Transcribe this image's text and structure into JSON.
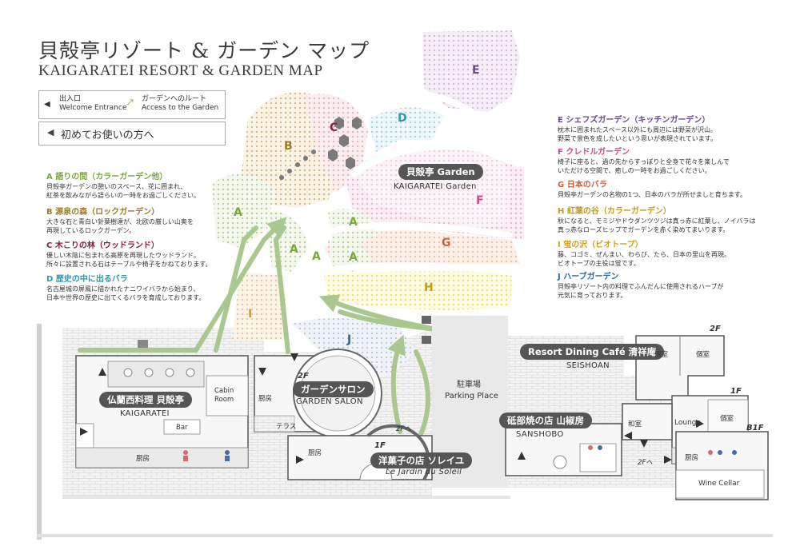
{
  "title": {
    "jp": "貝殻亭リゾート & ガーデン マップ",
    "en": "KAIGARATEI RESORT & GARDEN MAP"
  },
  "legend": {
    "entrance_jp": "出入口",
    "entrance_en": "Welcome Entrance",
    "route_jp": "ガーデンへのルート",
    "route_en": "Access to the Garden"
  },
  "help_button": "初めてお使いの方へ",
  "areas": [
    {
      "letter": "A",
      "title": "語りの間（カラーガーデン他）",
      "color": "#7aa83c",
      "desc": [
        "貝殻亭ガーデンの憩いのスペース、花に囲まれ、",
        "紅茶を飲みながら語らいの一時をお過ごしください。"
      ]
    },
    {
      "letter": "B",
      "title": "源泉の森（ロックガーデン）",
      "color": "#9a7a2a",
      "desc": [
        "大きな石と青白い針葉樹達が、北欧の厳しい山奥を",
        "再現しているロックガーデン。"
      ]
    },
    {
      "letter": "C",
      "title": "木こりの林（ウッドランド）",
      "color": "#8a1e3a",
      "desc": [
        "優しい木陰に包まれる高原を再現したウッドランド。",
        "所々に設置される石はテーブルや椅子をかねております。"
      ]
    },
    {
      "letter": "D",
      "title": "歴史の中に出るバラ",
      "color": "#2a9ab0",
      "desc": [
        "名古屋城の屏風に描かれたナニワイバラから始まり、",
        "日本や世界の歴史に出てくるバラを育成しております。"
      ]
    },
    {
      "letter": "E",
      "title": "シェフズガーデン（キッチンガーデン）",
      "color": "#6a4a8a",
      "desc": [
        "枕木に囲まれたスペース以外にも周辺には野菜が沢山。",
        "野菜で景色を成したいという思いが表現されています。"
      ]
    },
    {
      "letter": "F",
      "title": "クレドルガーデン",
      "color": "#c2508a",
      "desc": [
        "椅子に座ると、過の先からすっぽりと全身で花々を楽しんで",
        "いただける空間で、癒しの一時をお過ごしください。"
      ]
    },
    {
      "letter": "G",
      "title": "日本のバラ",
      "color": "#d0603a",
      "desc": [
        "貝殻亭ガーデンの名物の1つ、日本のバラが所せましと育ちます。"
      ]
    },
    {
      "letter": "H",
      "title": "紅葉の谷（カラーガーデン）",
      "color": "#c89a1a",
      "desc": [
        "秋になると、モミジやドウダンツツジは真っ赤に紅葉し、ノイバラは",
        "真っ赤なローズヒップでガーデンを赤く染めてまいります。"
      ]
    },
    {
      "letter": "I",
      "title": "蛍の沢（ビオトープ）",
      "color": "#d0a020",
      "desc": [
        "藤、コゴミ、ぜんまい、わらび、たら、日本の里山を再現。",
        "ビオトープの主役は蛍です。"
      ]
    },
    {
      "letter": "J",
      "title": "ハーブガーデン",
      "color": "#2a6aa0",
      "desc": [
        "貝殻亭リゾート内の料理でふんだんに使用されるハーブが",
        "元気に育っております。"
      ]
    }
  ],
  "buildings": {
    "kaigaratei": {
      "jp": "仏蘭西料理 貝殻亭",
      "en": "KAIGARATEI",
      "cabin": "Cabin Room",
      "bar": "Bar",
      "kitchen": "厨房"
    },
    "salon": {
      "jp": "ガーデンサロン",
      "en": "GARDEN SALON",
      "floor": "2F",
      "kitchen": "厨房",
      "terrace": "テラス"
    },
    "soleil": {
      "jp": "洋菓子の店 ソレイユ",
      "en": "Le Jardin du Soleil",
      "floor": "1F",
      "kitchen": "厨房",
      "to2f": "2Fへ"
    },
    "parking": {
      "jp": "駐車場",
      "en": "Parking Place"
    },
    "garden": {
      "jp": "貝殻亭 Garden",
      "en": "KAIGARATEI Garden"
    },
    "seishoan": {
      "jp": "Resort Dining Café 清祥庵",
      "en": "SEISHOAN",
      "floor2": "2F",
      "floor1": "1F",
      "floorb1": "B1F",
      "private1": "個室",
      "private2": "個室",
      "private3": "個室",
      "lounge": "Lounge",
      "washitsu": "和室",
      "kitchen": "厨房",
      "to2f": "2Fへ",
      "cellar": "Wine Cellar"
    },
    "sanshobo": {
      "jp": "砥部焼の店 山椒房",
      "en": "SANSHOBO"
    }
  },
  "zone_labels": [
    "A",
    "A",
    "A",
    "A",
    "A",
    "B",
    "C",
    "D",
    "E",
    "F",
    "G",
    "H",
    "I",
    "J"
  ],
  "colors": {
    "path_green": "#a8c890",
    "brick": "#e4e4e4",
    "building": "#f4f4f4",
    "pill": "#555555"
  }
}
